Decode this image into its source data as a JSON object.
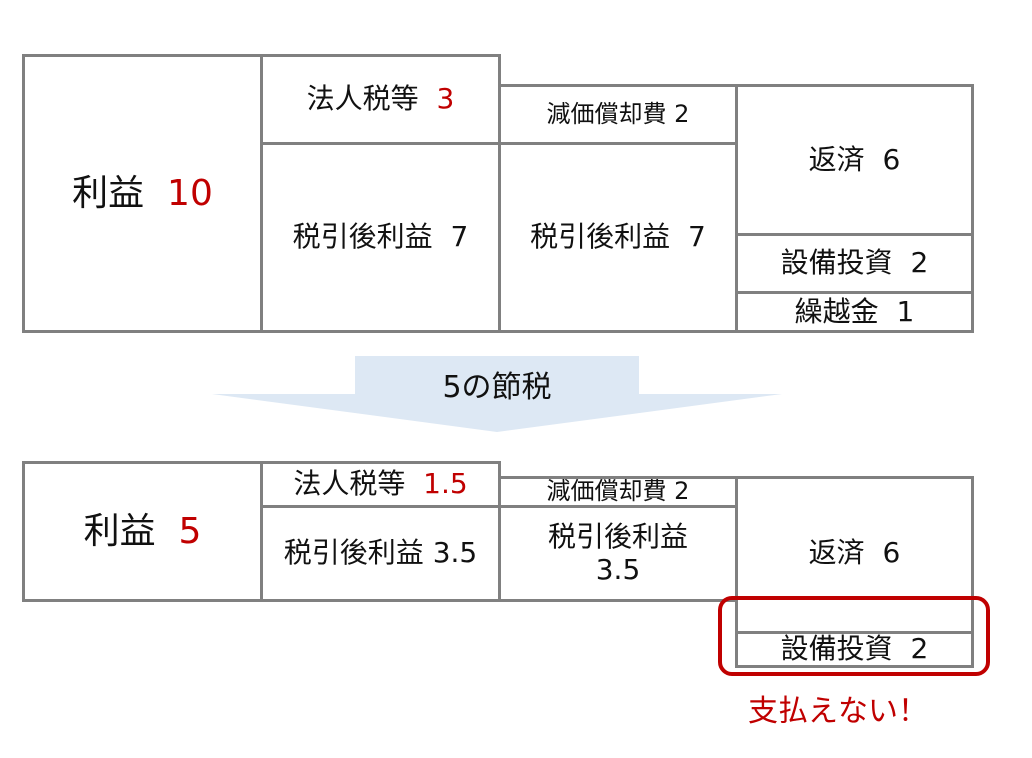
{
  "colors": {
    "border": "#808080",
    "accent_red": "#c00000",
    "arrow_fill": "#dde8f4"
  },
  "before": {
    "profit": {
      "label": "利益",
      "value": "10"
    },
    "corporate_tax": {
      "label": "法人税等",
      "value": "3"
    },
    "after_tax_profit_left": {
      "label": "税引後利益",
      "value": "7"
    },
    "depreciation": {
      "label": "減価償却費",
      "value": "2"
    },
    "after_tax_profit_right": {
      "label": "税引後利益",
      "value": "7"
    },
    "repayment": {
      "label": "返済",
      "value": "6"
    },
    "capex": {
      "label": "設備投資",
      "value": "2"
    },
    "carryover": {
      "label": "繰越金",
      "value": "1"
    }
  },
  "arrow": {
    "label": "5の節税"
  },
  "after": {
    "profit": {
      "label": "利益",
      "value": "5"
    },
    "corporate_tax": {
      "label": "法人税等",
      "value": "1.5"
    },
    "after_tax_profit_left": {
      "label": "税引後利益",
      "value": "3.5"
    },
    "depreciation": {
      "label": "減価償却費",
      "value": "2"
    },
    "after_tax_profit_right": {
      "label": "税引後利益",
      "value": "3.5"
    },
    "repayment": {
      "label": "返済",
      "value": "6"
    },
    "capex": {
      "label": "設備投資",
      "value": "2"
    }
  },
  "warning": {
    "label": "支払えない！"
  }
}
